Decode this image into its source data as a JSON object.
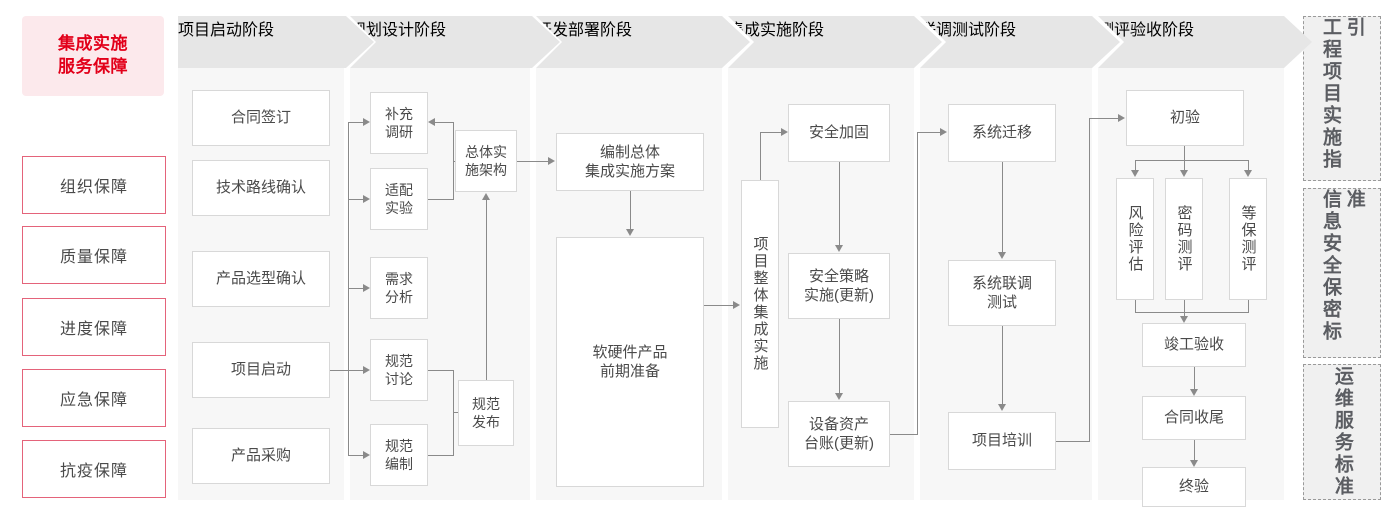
{
  "colors": {
    "brand_red": "#e2001a",
    "rail_border": "#e4637a",
    "rail_title_bg": "#fce9ec",
    "phase_header_bg": "#e6e6e6",
    "phase_body_bg": "#f7f7f7",
    "node_border": "#d8d8d8",
    "connector": "#8a8a8a",
    "text_grey": "#4a4a4a",
    "header_text": "#6e7076",
    "std_box_bg": "#f0f0f0",
    "std_box_border": "#9a9a9a"
  },
  "left_rail": {
    "title": "集成实施\n服务保障",
    "title_line1": "集成实施",
    "title_line2": "服务保障",
    "items": [
      {
        "label": "组织保障"
      },
      {
        "label": "质量保障"
      },
      {
        "label": "进度保障"
      },
      {
        "label": "应急保障"
      },
      {
        "label": "抗疫保障"
      }
    ]
  },
  "phases": [
    {
      "id": "startup",
      "title": "项目启动阶段"
    },
    {
      "id": "planning",
      "title": "规划设计阶段"
    },
    {
      "id": "development",
      "title": "开发部署阶段"
    },
    {
      "id": "integration",
      "title": "集成实施阶段"
    },
    {
      "id": "joint_test",
      "title": "联调测试阶段"
    },
    {
      "id": "acceptance",
      "title": "测评验收阶段"
    }
  ],
  "nodes": {
    "startup": [
      {
        "label": "合同签订"
      },
      {
        "label": "技术路线确认"
      },
      {
        "label": "产品选型确认"
      },
      {
        "label": "项目启动"
      },
      {
        "label": "产品采购"
      }
    ],
    "planning": [
      {
        "label": "补充\n调研",
        "l1": "补充",
        "l2": "调研"
      },
      {
        "label": "适配\n实验",
        "l1": "适配",
        "l2": "实验"
      },
      {
        "label": "需求\n分析",
        "l1": "需求",
        "l2": "分析"
      },
      {
        "label": "规范\n讨论",
        "l1": "规范",
        "l2": "讨论"
      },
      {
        "label": "规范\n编制",
        "l1": "规范",
        "l2": "编制"
      },
      {
        "label": "总体实\n施架构",
        "l1": "总体实",
        "l2": "施架构"
      },
      {
        "label": "规范\n发布",
        "l1": "规范",
        "l2": "发布"
      }
    ],
    "development": [
      {
        "label": "编制总体\n集成实施方案",
        "l1": "编制总体",
        "l2": "集成实施方案"
      },
      {
        "label": "软硬件产品\n前期准备",
        "l1": "软硬件产品",
        "l2": "前期准备"
      }
    ],
    "integration": [
      {
        "label": "项目整体集成实施",
        "vertical": true
      },
      {
        "label": "安全加固"
      },
      {
        "label": "安全策略\n实施(更新)",
        "l1": "安全策略",
        "l2": "实施(更新)"
      },
      {
        "label": "设备资产\n台账(更新)",
        "l1": "设备资产",
        "l2": "台账(更新)"
      }
    ],
    "joint_test": [
      {
        "label": "系统迁移"
      },
      {
        "label": "系统联调\n测试",
        "l1": "系统联调",
        "l2": "测试"
      },
      {
        "label": "项目培训"
      }
    ],
    "acceptance": [
      {
        "label": "初验"
      },
      {
        "label": "风险评估",
        "vertical": true
      },
      {
        "label": "密码测评",
        "vertical": true
      },
      {
        "label": "等保测评",
        "vertical": true
      },
      {
        "label": "竣工验收"
      },
      {
        "label": "合同收尾"
      },
      {
        "label": "终验"
      }
    ]
  },
  "right_rail": {
    "items": [
      {
        "label": "工程项目实施指引"
      },
      {
        "label": "信息安全保密标准"
      },
      {
        "label": "运维服务标准"
      }
    ]
  }
}
